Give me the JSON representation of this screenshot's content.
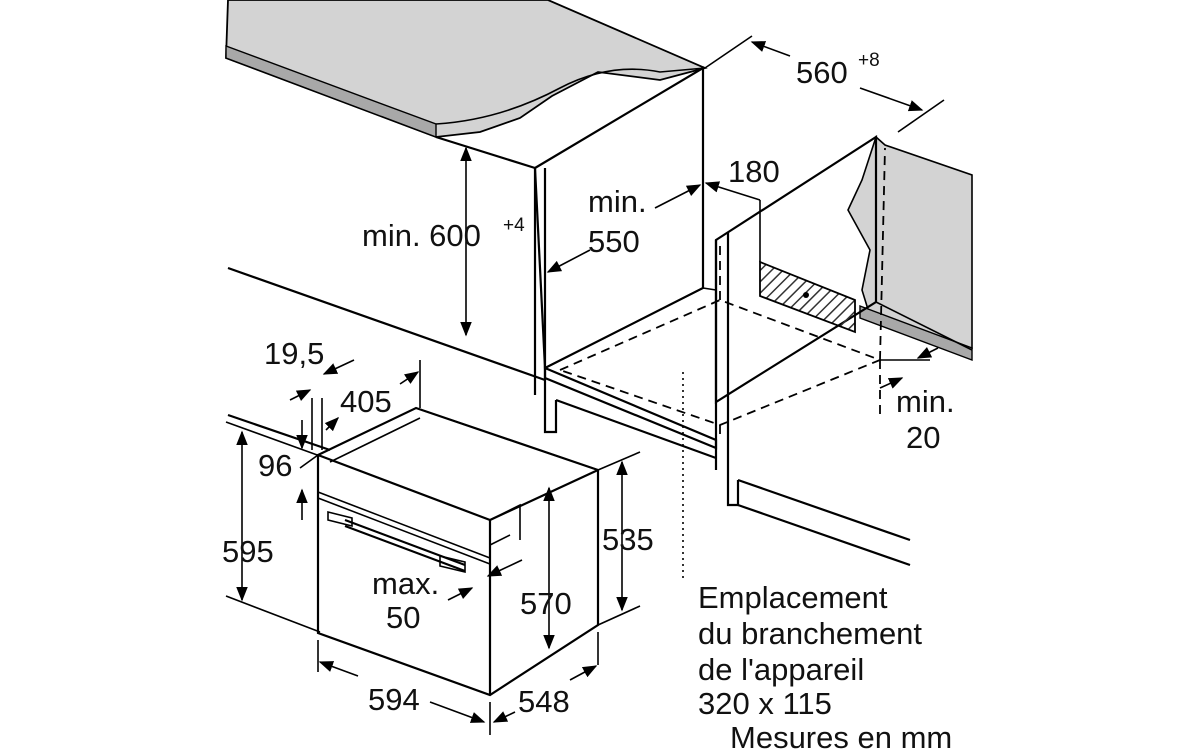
{
  "labels": {
    "width_niche": "560",
    "width_niche_tol": "+8",
    "height_niche_prefix": "min. 600",
    "height_niche_tol": "+4",
    "min_550_a": "min.",
    "min_550_b": "550",
    "depth_180": "180",
    "min_20_a": "min.",
    "min_20_b": "20",
    "dim_19_5": "19,5",
    "dim_405": "405",
    "dim_96": "96",
    "dim_595": "595",
    "dim_535": "535",
    "dim_570": "570",
    "max_50_a": "max.",
    "max_50_b": "50",
    "dim_594": "594",
    "dim_548": "548",
    "connection_1": "Emplacement",
    "connection_2": "du branchement",
    "connection_3": "de l'appareil",
    "connection_4": "320 x 115",
    "units": "Mesures en mm"
  },
  "colors": {
    "countertop": "#cfcfcf",
    "hatch": "#333333",
    "background": "#ffffff"
  }
}
